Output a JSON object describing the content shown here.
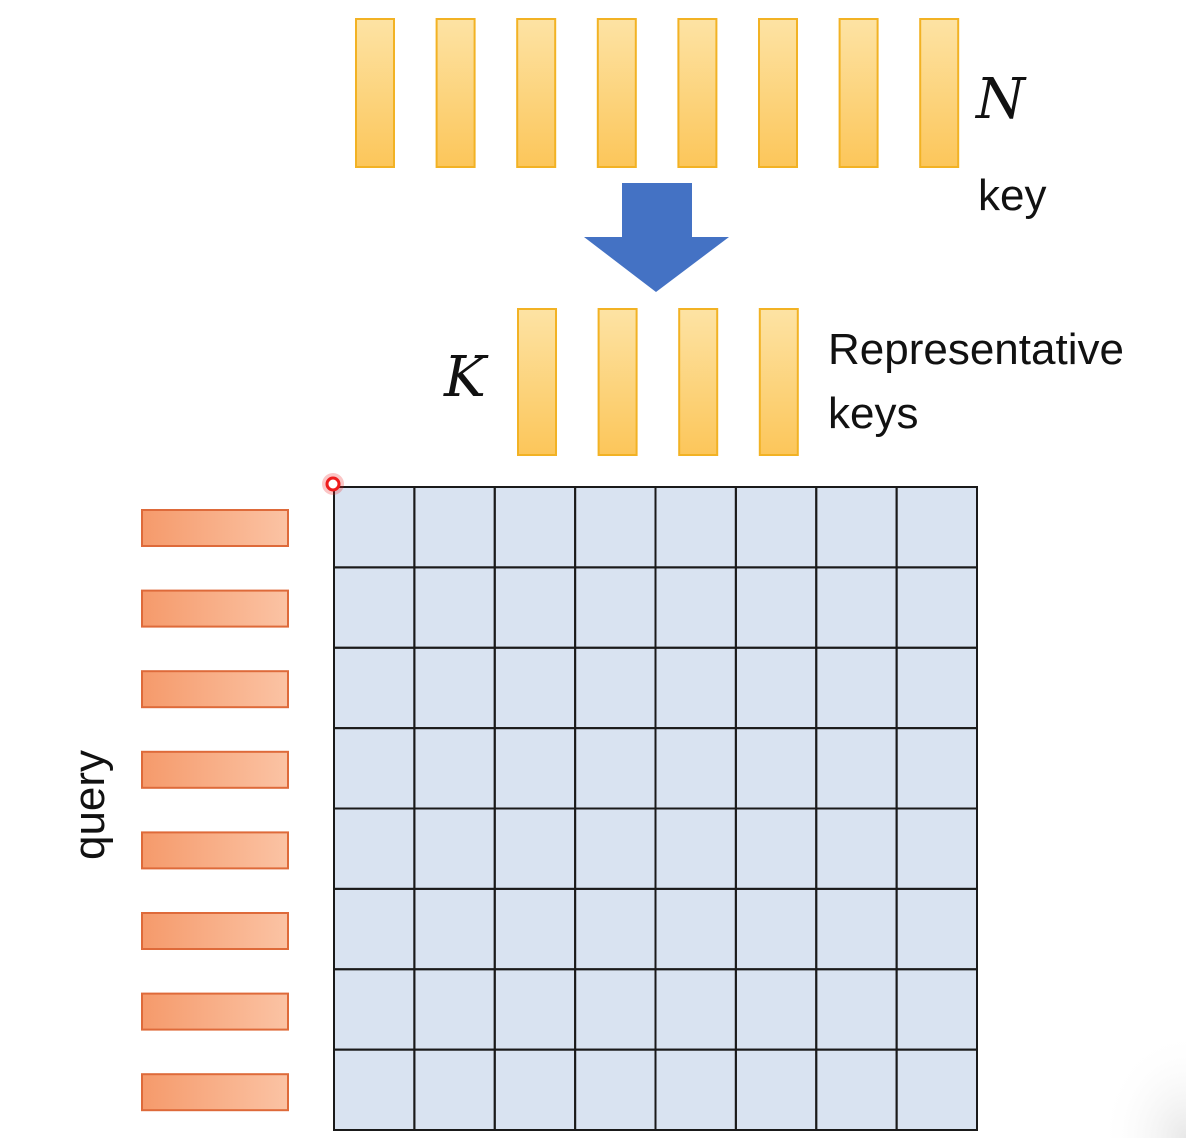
{
  "labels": {
    "n_symbol": "N",
    "key": "key",
    "k_symbol": "K",
    "representative_line1": "Representative",
    "representative_line2": "keys",
    "query": "query"
  },
  "diagram": {
    "key_count": 8,
    "representative_key_count": 4,
    "query_count": 8,
    "grid_rows": 8,
    "grid_cols": 8
  },
  "colors": {
    "key_fill_top": "#fde3a4",
    "key_fill_bottom": "#fcc65a",
    "key_stroke": "#f2b224",
    "query_fill_left": "#f59a6b",
    "query_fill_right": "#fbc3a4",
    "query_stroke": "#de6a3a",
    "arrow": "#4472c4",
    "grid_fill": "#d9e3f1",
    "grid_line": "#1a1a1a",
    "pointer": "#ee1c1c"
  }
}
